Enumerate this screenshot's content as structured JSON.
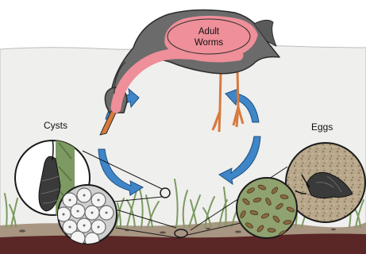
{
  "labels": {
    "adult_worms_line1": "Adult",
    "adult_worms_line2": "Worms",
    "cysts": "Cysts",
    "eggs": "Eggs"
  },
  "colors": {
    "sky": "#ffffff",
    "water": "#efefed",
    "water_edge": "#bdbdbb",
    "bird_body": "#6b6b6b",
    "bird_outline": "#2c2c2c",
    "worm_pink": "#ee8f99",
    "beak_leg": "#d87a3e",
    "arrow_blue": "#3f86c8",
    "grass": "#7c9a62",
    "sediment": "#a89582",
    "mud": "#5a2626",
    "snail": "#3a3a3a",
    "egg_brown": "#8a6a3e",
    "speckle_bg": "#b9a88b"
  },
  "icons": [
    "bird",
    "snail-icon",
    "egg-cluster",
    "cyst-cluster",
    "cycle-arrows"
  ]
}
